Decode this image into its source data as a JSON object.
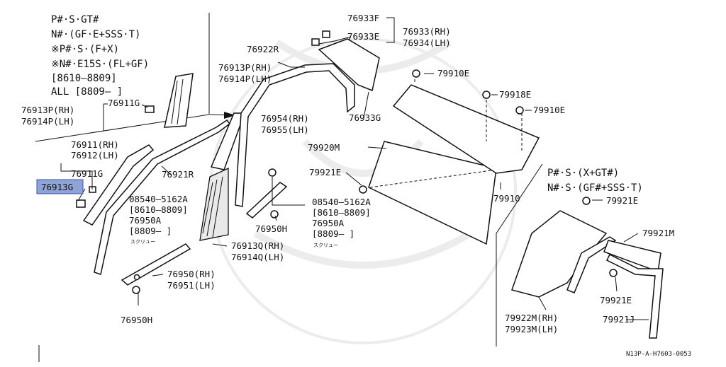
{
  "notes_left": [
    "P#·S·GT#",
    "N#·(GF·E+SSS·T)",
    "※P#·S·(F+X)",
    "※N#·E15S·(FL+GF)",
    "[8610—8809]",
    "ALL [8809—         ]"
  ],
  "notes_right": [
    "P#·S·(X+GT#)",
    "N#·S·(GF#+SSS·T)"
  ],
  "labels": {
    "p76913P_76914P_a": [
      "76913P(RH)",
      "76914P(LH)"
    ],
    "p76911G_a": "76911G",
    "p76913P_76914P_b": [
      "76913P(RH)",
      "76914P(LH)"
    ],
    "p76922R": "76922R",
    "p76933F": "76933F",
    "p76933E": "76933E",
    "p76933_76934": [
      "76933(RH)",
      "76934(LH)"
    ],
    "p79910E_a": "79910E",
    "p79918E": "79918E",
    "p79910E_b": "79910E",
    "p76933G": "76933G",
    "p76954_76955": [
      "76954(RH)",
      "76955(LH)"
    ],
    "p76911_76912": [
      "76911(RH)",
      "76912(LH)"
    ],
    "p76911G_b": "76911G",
    "p76913G": "76913G",
    "p76921R": "76921R",
    "p79920M": "79920M",
    "p79921E_a": "79921E",
    "p79910": "79910",
    "screw_a": [
      "08540—5162A",
      "[8610—8809]",
      "76950A",
      "[8809—      ]"
    ],
    "screw_b": [
      "08540—5162A",
      "[8610—8809]",
      "76950A",
      "[8809—      ]"
    ],
    "screw_word": "スクリュー",
    "p76950H_a": "76950H",
    "p76913Q_76914Q": [
      "76913Q(RH)",
      "76914Q(LH)"
    ],
    "p76950_76951": [
      "76950(RH)",
      "76951(LH)"
    ],
    "p76950H_b": "76950H",
    "p79921E_b": "79921E",
    "p79921M": "79921M",
    "p79921E_c": "79921E",
    "p79922M_79923M": [
      "79922M(RH)",
      "79923M(LH)"
    ],
    "p79921J": "79921J",
    "ref_code": "N13P-A-H7603-0053"
  },
  "highlight": {
    "label": "76913G",
    "color": "#8fa3d6"
  }
}
